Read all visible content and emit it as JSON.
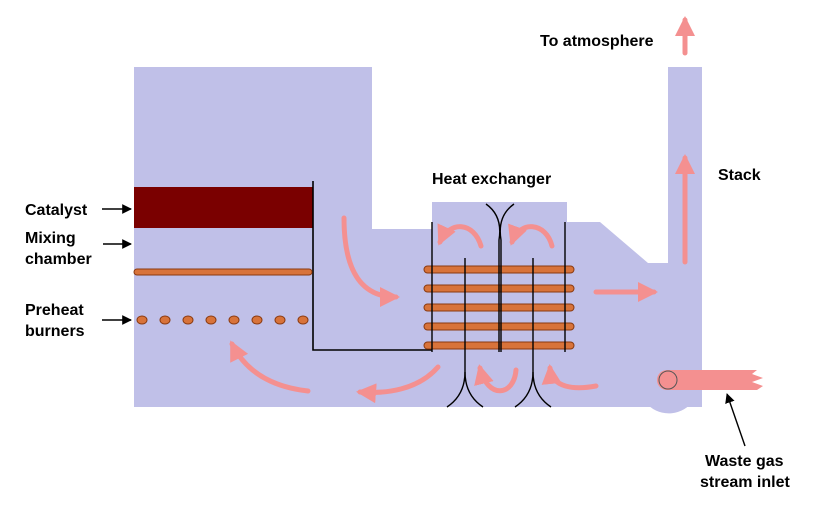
{
  "labels": {
    "to_atmosphere": "To atmosphere",
    "heat_exchanger": "Heat exchanger",
    "stack": "Stack",
    "catalyst": "Catalyst",
    "mixing_line1": "Mixing",
    "mixing_line2": "chamber",
    "preheat_line1": "Preheat",
    "preheat_line2": "burners",
    "waste_line1": "Waste gas",
    "waste_line2": "stream inlet"
  },
  "colors": {
    "housing": "#c0c0e8",
    "catalyst": "#7a0000",
    "flow_arrow": "#f49090",
    "tube": "#d8733a",
    "tube_outline": "#8a3a10",
    "line": "#000000"
  },
  "icons": {
    "flow": "pink-flow-arrow",
    "pointer": "black-pointer-arrow"
  }
}
